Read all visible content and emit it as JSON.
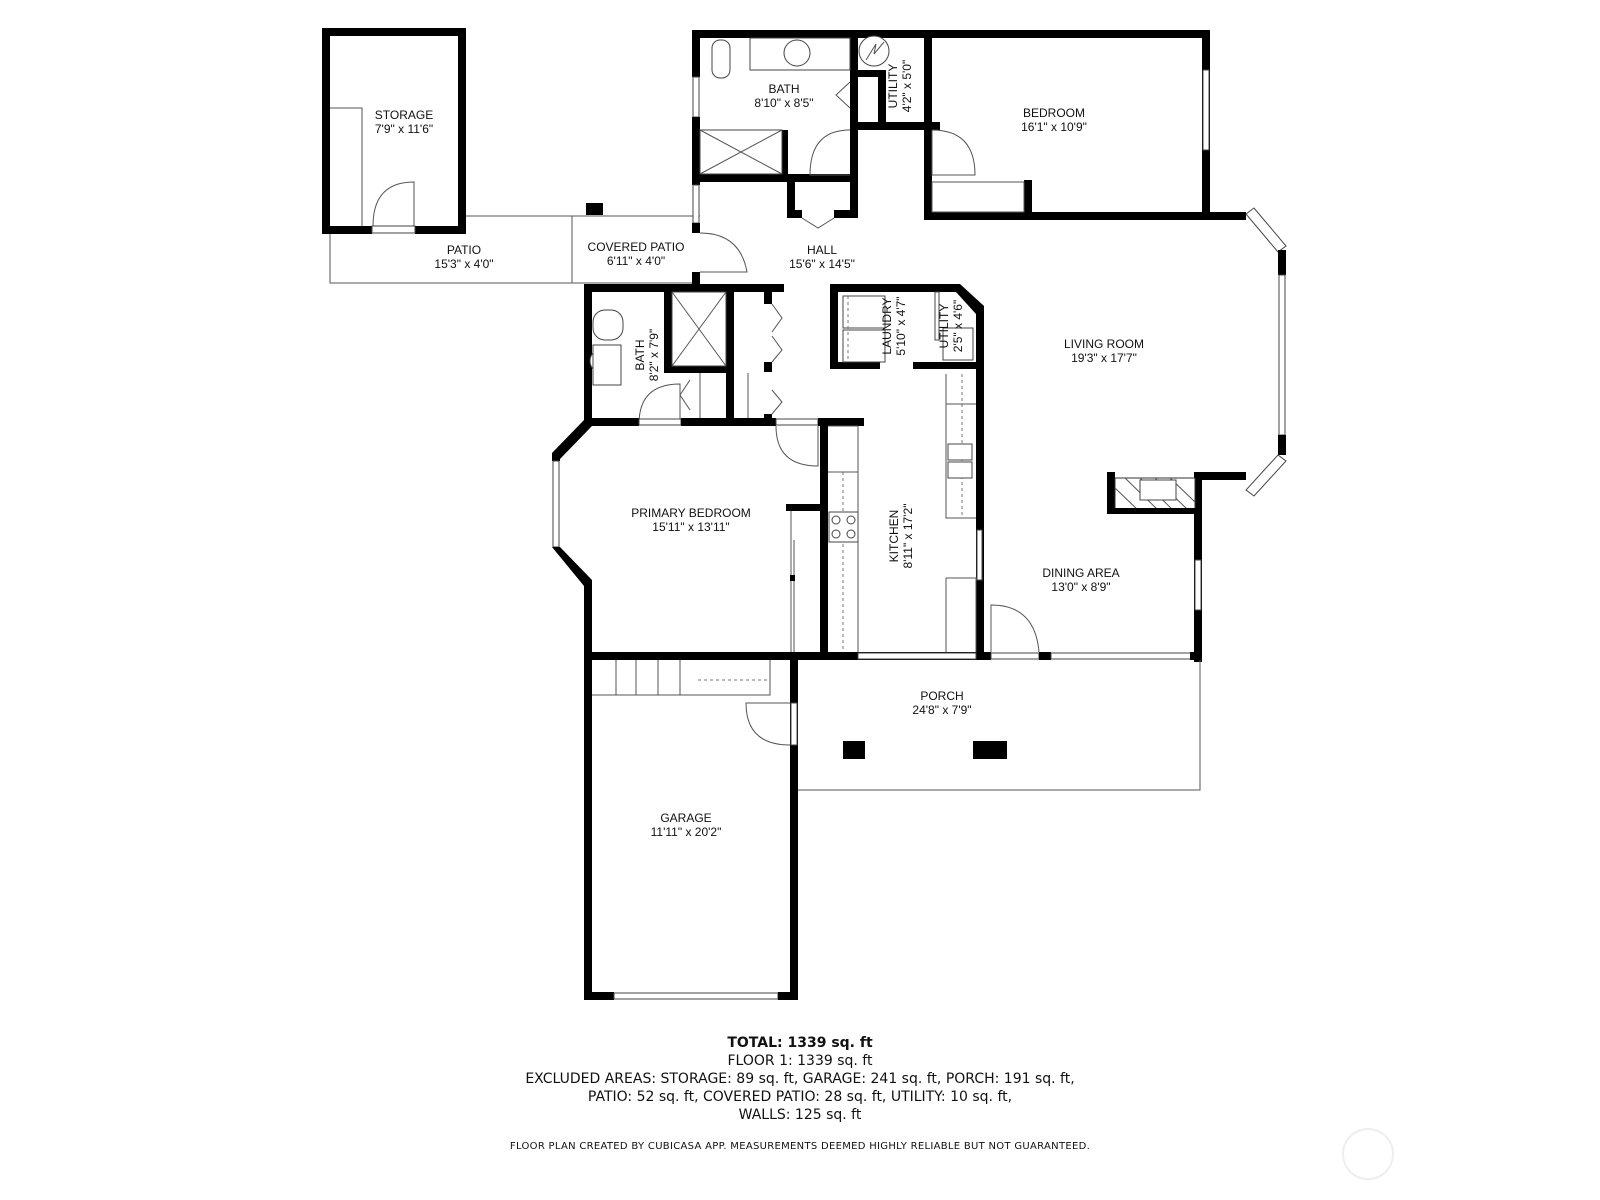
{
  "floorplan": {
    "rooms": [
      {
        "id": "storage",
        "name": "STORAGE",
        "dims": "7'9\" x 11'6\""
      },
      {
        "id": "patio",
        "name": "PATIO",
        "dims": "15'3\" x 4'0\""
      },
      {
        "id": "covered_patio",
        "name": "COVERED PATIO",
        "dims": "6'11\" x 4'0\""
      },
      {
        "id": "bath_upper",
        "name": "BATH",
        "dims": "8'10\" x 8'5\""
      },
      {
        "id": "utility_upper",
        "name": "UTILITY",
        "dims": "4'2\" x 5'0\""
      },
      {
        "id": "bedroom",
        "name": "BEDROOM",
        "dims": "16'1\" x 10'9\""
      },
      {
        "id": "hall",
        "name": "HALL",
        "dims": "15'6\" x 14'5\""
      },
      {
        "id": "bath_lower",
        "name": "BATH",
        "dims": "8'2\" x 7'9\""
      },
      {
        "id": "laundry",
        "name": "LAUNDRY",
        "dims": "5'10\" x 4'7\""
      },
      {
        "id": "utility_lower",
        "name": "UTILITY",
        "dims": "2'5\" x 4'6\""
      },
      {
        "id": "living_room",
        "name": "LIVING ROOM",
        "dims": "19'3\" x 17'7\""
      },
      {
        "id": "primary_bedroom",
        "name": "PRIMARY BEDROOM",
        "dims": "15'11\" x 13'11\""
      },
      {
        "id": "kitchen",
        "name": "KITCHEN",
        "dims": "8'11\" x 17'2\""
      },
      {
        "id": "dining_area",
        "name": "DINING AREA",
        "dims": "13'0\" x 8'9\""
      },
      {
        "id": "porch",
        "name": "PORCH",
        "dims": "24'8\" x 7'9\""
      },
      {
        "id": "garage",
        "name": "GARAGE",
        "dims": "11'11\" x 20'2\""
      }
    ]
  },
  "summary": {
    "total": "TOTAL: 1339 sq. ft",
    "floor1": "FLOOR 1: 1339 sq. ft",
    "excluded_line1": "EXCLUDED AREAS: STORAGE: 89 sq. ft, GARAGE: 241 sq. ft, PORCH: 191 sq. ft,",
    "excluded_line2": "PATIO: 52 sq. ft, COVERED PATIO: 28 sq. ft, UTILITY: 10 sq. ft,",
    "excluded_line3": "WALLS: 125 sq. ft",
    "credit": "FLOOR PLAN CREATED BY CUBICASA APP. MEASUREMENTS DEEMED HIGHLY RELIABLE BUT NOT GUARANTEED."
  }
}
